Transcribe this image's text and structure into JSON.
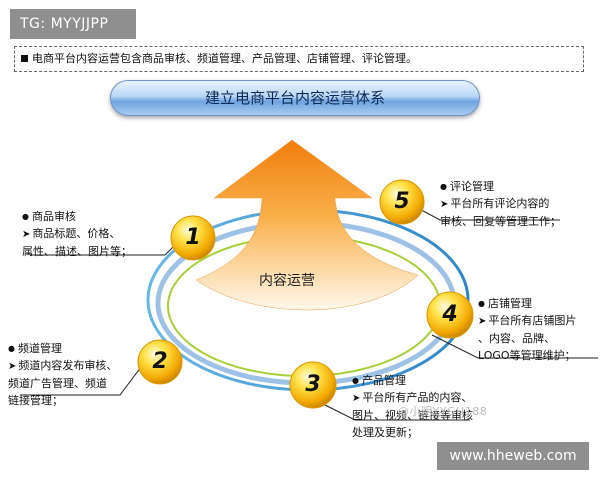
{
  "badge": {
    "text": "TG: MYYJJPP"
  },
  "intro": {
    "text": "电商平台内容运营包含商品审核、频道管理、产品管理、店铺管理、评论管理。"
  },
  "title": {
    "text": "建立电商平台内容运营体系"
  },
  "center": {
    "label": "内容运营"
  },
  "nodes": [
    {
      "number": "1",
      "heading": "商品审核",
      "lines": [
        "商品标题、价格、",
        "属性、描述、图片等；"
      ]
    },
    {
      "number": "2",
      "heading": "频道管理",
      "lines": [
        "频道内容发布审核、",
        "频道广告管理、频道",
        "链接管理；"
      ]
    },
    {
      "number": "3",
      "heading": "产品管理",
      "lines": [
        "平台所有产品的内容、",
        "图片、视频、链接等审核",
        "处理及更新；"
      ]
    },
    {
      "number": "4",
      "heading": "店铺管理",
      "lines": [
        "平台所有店铺图片",
        "、内容、品牌、",
        "LOGO等管理维护；"
      ]
    },
    {
      "number": "5",
      "heading": "评论管理",
      "lines": [
        "平台所有评论内容的",
        "审核、回复等管理工作；"
      ]
    }
  ],
  "faint_watermark": "@小明YYGH188",
  "watermark": {
    "text": "www.hheweb.com"
  },
  "colors": {
    "arrow_top": "#f28a12",
    "arrow_bottom": "#fff6e6",
    "ring_outer": "#4aa0d8",
    "ring_inner": "#a8cf3a",
    "ball": "#f7b900"
  }
}
